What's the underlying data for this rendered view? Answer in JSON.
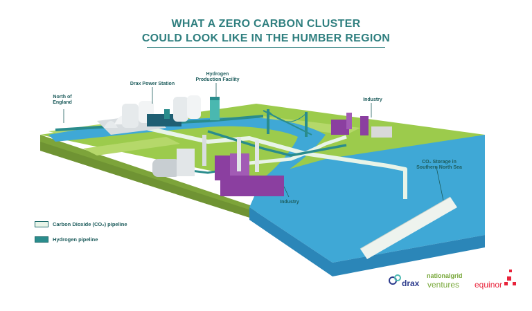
{
  "header": {
    "title_line1": "WHAT A ZERO CARBON CLUSTER",
    "title_line2": "COULD LOOK LIKE IN THE HUMBER REGION"
  },
  "labels": {
    "north_of_england": [
      "North of",
      "England"
    ],
    "drax_power_station": "Drax Power Station",
    "hydrogen_facility": [
      "Hydrogen",
      "Production Facility"
    ],
    "industry_top": "Industry",
    "industry_bottom": "Industry",
    "co2_storage": [
      "CO₂ Storage in",
      "Southern North Sea"
    ]
  },
  "legend": {
    "co2_pipeline": "Carbon Dioxide (CO₂) pipeline",
    "hydrogen_pipeline": "Hydrogen pipeline"
  },
  "logos": {
    "drax": "drax",
    "nationalgrid_1": "nationalgrid",
    "nationalgrid_2": "ventures",
    "equinor": "equinor"
  },
  "colors": {
    "title": "#2f7f7f",
    "co2_pipe": "#e8f4e8",
    "hydrogen_pipe": "#2a8c8c",
    "land_top": "#9ccb4c",
    "land_side": "#7da43a",
    "sea_top": "#3fa8d6",
    "sea_side": "#2b86b8",
    "industry_purple": "#8b3fa0",
    "drax_red": "#2b3a8c",
    "equinor_red": "#e8233a",
    "ng_green": "#78a83a"
  }
}
